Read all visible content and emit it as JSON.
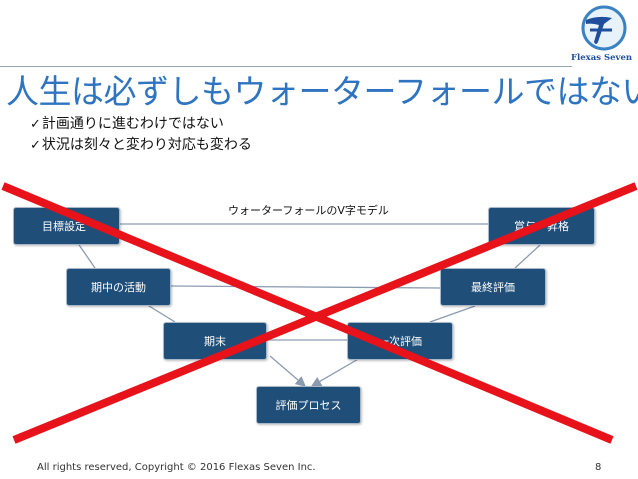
{
  "slide": {
    "title": "人生は必ずしもウォーターフォールではない",
    "bullets": [
      "計画通りに進むわけではない",
      "状況は刻々と変わり対応も変わる"
    ],
    "check_mark": "✓",
    "logo": {
      "text": "Flexas Seven",
      "glyph": "7"
    },
    "diagram": {
      "label": "ウォーターフォールのV字モデル",
      "left_boxes": [
        "目標設定",
        "期中の活動",
        "期末",
        "評価プロセス"
      ],
      "right_boxes": [
        "賞与・昇格",
        "最終評価",
        "一次評価"
      ]
    },
    "footer": "All rights reserved, Copyright © 2016 Flexas Seven Inc.",
    "page_number": "8",
    "colors": {
      "title": "#2f74c0",
      "box_fill": "#1f4e79",
      "cross": "#e8121a",
      "logo": "#1f4e9c"
    },
    "icons": [
      "check-icon",
      "logo-seven-icon",
      "red-cross-icon"
    ]
  }
}
